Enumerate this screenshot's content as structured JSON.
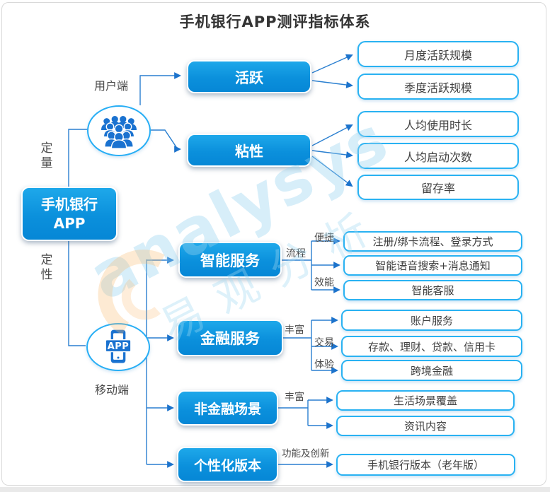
{
  "title": "手机银行APP测评指标体系",
  "root": {
    "line1": "手机银行",
    "line2": "APP"
  },
  "left_axis": {
    "top": "定量",
    "bottom": "定性"
  },
  "nodes": {
    "user": {
      "label": "用户端"
    },
    "mobile": {
      "label": "移动端",
      "icon_text": "APP"
    }
  },
  "branches": {
    "active": {
      "label": "活跃"
    },
    "sticky": {
      "label": "粘性"
    },
    "smart": {
      "label": "智能服务",
      "tag_top": "便捷",
      "tag_main": "流程",
      "tag_bottom": "效能"
    },
    "finance": {
      "label": "金融服务",
      "tag_main": "丰富",
      "tag_mid": "交易",
      "tag_bottom": "体验"
    },
    "nonfinance": {
      "label": "非金融场景",
      "tag_main": "丰富"
    },
    "personal": {
      "label": "个性化版本",
      "tag_main": "功能及创新"
    }
  },
  "leaves": {
    "active": [
      "月度活跃规模",
      "季度活跃规模"
    ],
    "sticky": [
      "人均使用时长",
      "人均启动次数",
      "留存率"
    ],
    "smart": [
      "注册/绑卡流程、登录方式",
      "智能语音搜索+消息通知",
      "智能客服"
    ],
    "finance": [
      "账户服务",
      "存款、理财、贷款、信用卡",
      "跨境金融"
    ],
    "nonfinance": [
      "生活场景覆盖",
      "资讯内容"
    ],
    "personal": [
      "手机银行版本（老年版）"
    ]
  },
  "watermark": {
    "en": "analysys",
    "cn": "易观分析"
  },
  "colors": {
    "node_blue": "#0b90dc",
    "line_blue": "#2a7fd0",
    "leaf_border": "#29b2f2",
    "icon_blue": "#1a72d0",
    "watermark_blue": "#9ad2f0",
    "watermark_orange": "#f8ba6f"
  }
}
